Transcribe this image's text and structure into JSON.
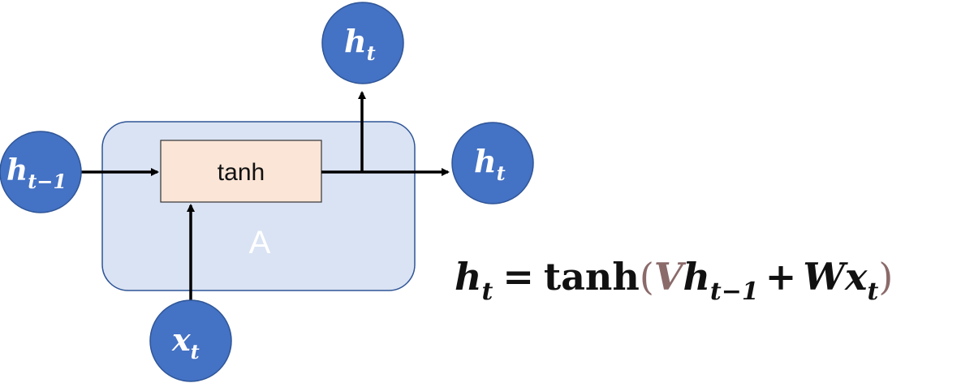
{
  "cell": {
    "label": "A",
    "function": "tanh"
  },
  "nodes": {
    "prev_hidden": {
      "base": "h",
      "sub": "t−1"
    },
    "input": {
      "base": "x",
      "sub": "t"
    },
    "out_top": {
      "base": "h",
      "sub": "t"
    },
    "out_right": {
      "base": "h",
      "sub": "t"
    }
  },
  "equation": {
    "lhs_base": "h",
    "lhs_sub": "t",
    "equals": "=",
    "func": "tanh",
    "open_paren": "(",
    "v": "V",
    "h_base": "h",
    "h_sub": "t−1",
    "plus": "+",
    "w": "W",
    "x_base": "x",
    "x_sub": "t",
    "close_paren": ")"
  },
  "colors": {
    "node_fill": "#4472c4",
    "cell_fill": "#dae3f3",
    "cell_stroke": "#2f5597",
    "tanh_fill": "#fbe5d6",
    "v_color": "#8b6a6a"
  }
}
